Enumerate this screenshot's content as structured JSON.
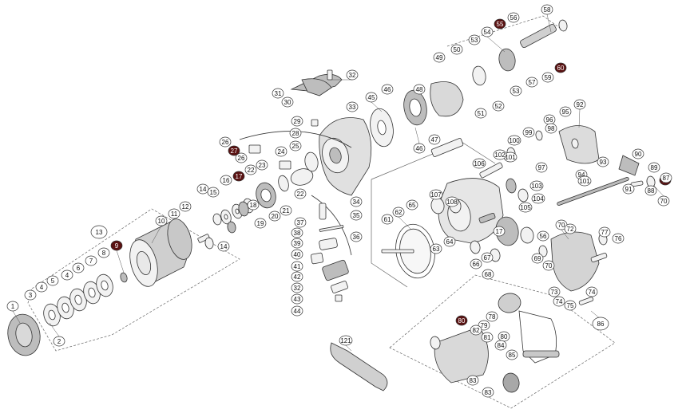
{
  "diagram": {
    "part_labels": [
      "1",
      "2",
      "3",
      "4",
      "5",
      "4",
      "6",
      "7",
      "8",
      "9",
      "10",
      "11",
      "12",
      "13",
      "14",
      "14",
      "15",
      "16",
      "17",
      "18",
      "19",
      "20",
      "21",
      "22",
      "22",
      "23",
      "24",
      "25",
      "26",
      "26",
      "27",
      "28",
      "29",
      "30",
      "31",
      "32",
      "32",
      "33",
      "34",
      "35",
      "36",
      "37",
      "38",
      "39",
      "40",
      "41",
      "42",
      "43",
      "44",
      "45",
      "46",
      "46",
      "47",
      "48",
      "49",
      "50",
      "51",
      "52",
      "53",
      "53",
      "54",
      "55",
      "56",
      "56",
      "57",
      "58",
      "59",
      "60",
      "61",
      "62",
      "63",
      "64",
      "65",
      "66",
      "67",
      "68",
      "69",
      "70",
      "70",
      "70",
      "71",
      "72",
      "73",
      "74",
      "74",
      "75",
      "76",
      "77",
      "78",
      "79",
      "80",
      "80",
      "81",
      "82",
      "83",
      "83",
      "84",
      "85",
      "86",
      "87",
      "88",
      "89",
      "90",
      "91",
      "92",
      "93",
      "94",
      "95",
      "96",
      "97",
      "98",
      "99",
      "100",
      "101",
      "101",
      "102",
      "103",
      "104",
      "105",
      "106",
      "107",
      "108",
      "121",
      "17"
    ],
    "highlighted_labels": [
      "9",
      "17",
      "27",
      "55",
      "60",
      "71",
      "80"
    ],
    "group_labels": [
      "13",
      "86"
    ],
    "colors": {
      "line": "#333333",
      "part_fill": "#f2f2f2",
      "part_shade": "#bdbdbd",
      "dark_part": "#7a7a7a",
      "badge_fill": "#5a1212",
      "badge_text": "#ffffff",
      "label_bg": "#ffffff"
    }
  }
}
